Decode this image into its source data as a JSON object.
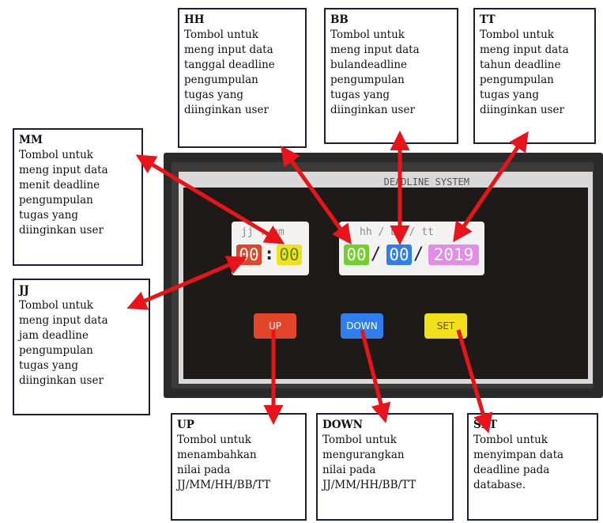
{
  "screen": {
    "title": "DEADLINE SYSTEM",
    "time_label": "jj : mm",
    "date_label": "hh / bb / tt",
    "jj": "00",
    "colon": ":",
    "mm": "00",
    "hh": "00",
    "slash1": "/",
    "bb": "00",
    "slash2": "/",
    "tt": "2019"
  },
  "buttons": {
    "up": "UP",
    "down": "DOWN",
    "set": "SET"
  },
  "notes": {
    "hh": {
      "title": "HH",
      "text": "Tombol untuk\nmeng input data\ntanggal deadline\npengumpulan\ntugas yang\ndiinginkan user"
    },
    "bb": {
      "title": "BB",
      "text": "Tombol untuk\nmeng input data\nbulandeadline\npengumpulan\ntugas yang\ndiinginkan user"
    },
    "tt": {
      "title": "TT",
      "text": "Tombol untuk\nmeng input data\ntahun deadline\npengumpulan\ntugas yang\ndiinginkan user"
    },
    "mm": {
      "title": "MM",
      "text": "Tombol untuk\nmeng input data\nmenit deadline\npengumpulan\ntugas yang\ndiinginkan user"
    },
    "jj": {
      "title": "JJ",
      "text": "Tombol untuk\nmeng input data\njam deadline\npengumpulan\ntugas yang\ndiinginkan user"
    },
    "up": {
      "title": "UP",
      "text": "Tombol untuk\nmenambahkan\nnilai pada\nJJ/MM/HH/BB/TT"
    },
    "down": {
      "title": "DOWN",
      "text": "Tombol untuk\nmengurangkan\nnilai pada\nJJ/MM/HH/BB/TT"
    },
    "set": {
      "title": "SET",
      "text": "Tombol untuk\nmenyimpan data\ndeadline pada\ndatabase."
    }
  },
  "colors": {
    "jj": "#e2452a",
    "mm": "#f2e11a",
    "hh": "#6fd12a",
    "bb": "#2f7ef0",
    "tt": "#e38de8",
    "up": "#e2452a",
    "down": "#2f7ef0",
    "set": "#f2e11a",
    "arrow": "#e8141a"
  }
}
